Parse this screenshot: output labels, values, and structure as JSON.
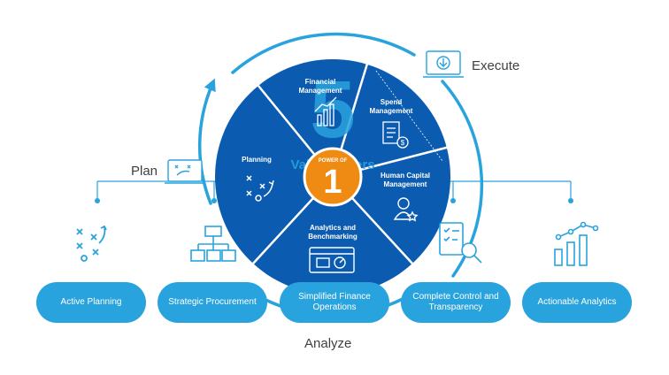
{
  "labels": {
    "plan": "Plan",
    "execute": "Execute",
    "analyze": "Analyze"
  },
  "center": {
    "power_of": "POWER OF",
    "number": "1"
  },
  "big_five": "5",
  "value_drivers": "Value Drivers",
  "segments": {
    "financial": [
      "Financial",
      "Management"
    ],
    "spend": [
      "Spend",
      "Management"
    ],
    "hcm": [
      "Human Capital",
      "Management"
    ],
    "planning": [
      "Planning"
    ],
    "analytics": [
      "Analytics and",
      "Benchmarking"
    ]
  },
  "pills": [
    "Active Planning",
    "Strategic Procurement",
    "Simplified Finance Operations",
    "Complete Control and Transparency",
    "Actionable Analytics"
  ],
  "pill_lines": [
    [
      "Active Planning"
    ],
    [
      "Strategic Procurement"
    ],
    [
      "Simplified Finance",
      "Operations"
    ],
    [
      "Complete Control and",
      "Transparency"
    ],
    [
      "Actionable Analytics"
    ]
  ],
  "colors": {
    "wheel": "#0b5bb0",
    "accent": "#29a3dd",
    "center": "#ef8a12",
    "line": "#29a3dd",
    "text": "#404040"
  },
  "icons": [
    "laptop-download-icon",
    "laptop-playbook-icon",
    "playbook-icon",
    "org-chart-icon",
    "checklist-magnifier-icon",
    "bar-line-chart-icon",
    "document-dollar-icon",
    "user-star-icon",
    "bar-chart-icon",
    "finance-dashboard-icon"
  ]
}
